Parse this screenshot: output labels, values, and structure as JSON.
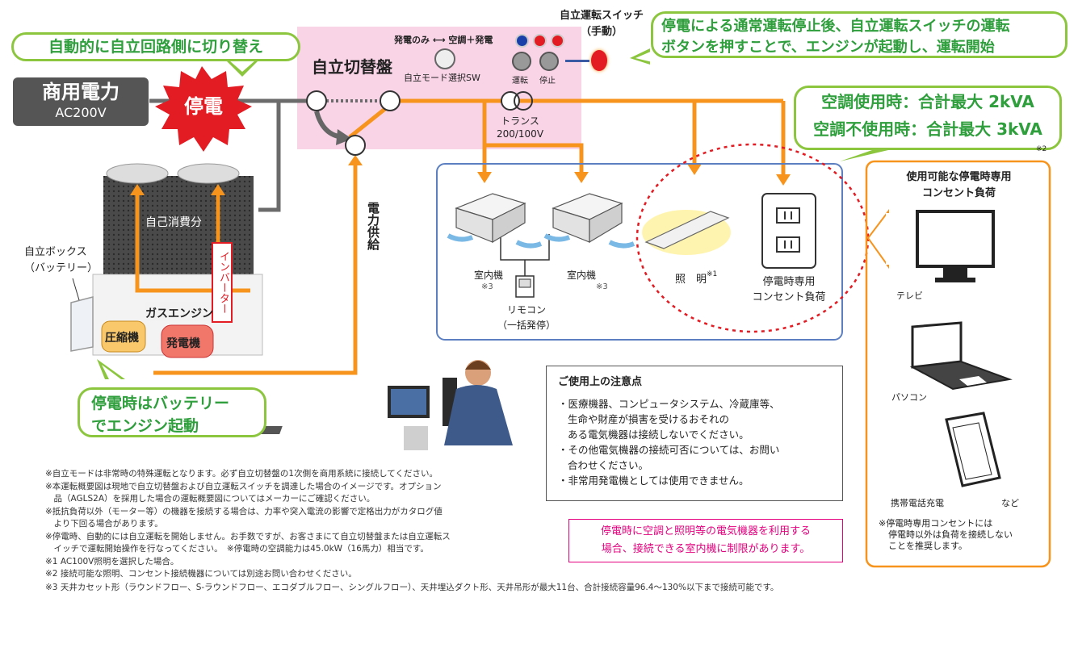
{
  "colors": {
    "orange": "#f7941d",
    "green": "#8cc63f",
    "greenText": "#2f9e3c",
    "pinkPanel": "#f9d3e6",
    "blueBox": "#5b7fc1",
    "red": "#e31b23",
    "magenta": "#e4007f"
  },
  "grid": {
    "name": "商用電力",
    "voltage": "AC200V"
  },
  "outage": "停電",
  "bubbles": {
    "auto_switch": "自動的に自立回路側に切り替え",
    "instruction_line1": "停電による通常運転停止後、自立運転スイッチの運転",
    "instruction_line2": "ボタンを押すことで、エンジンが起動し、運転開始",
    "battery_line1": "停電時はバッテリー",
    "battery_line2": "でエンジン起動",
    "capacity_line1": "空調使用時：合計最大 2kVA",
    "capacity_line2": "空調不使用時：合計最大 3kVA"
  },
  "switch_panel": {
    "title": "自立切替盤",
    "mode_label": "発電のみ ⟷ 空調＋発電",
    "mode_sw": "自立モード選択SW",
    "run": "運転",
    "stop": "停止"
  },
  "manual_switch": {
    "line1": "自立運転スイッチ",
    "line2": "（手動）"
  },
  "transformer": {
    "label": "トランス",
    "voltage": "200/100V"
  },
  "outdoor_unit": {
    "self_consumption": "自己消費分",
    "inverter": "インバーター",
    "gas_engine": "ガスエンジン",
    "compressor": "圧縮機",
    "generator": "発電機",
    "battery_box_line1": "自立ボックス",
    "battery_box_line2": "（バッテリー）"
  },
  "power_supply": "電力供給",
  "indoor": {
    "unit1": "室内機",
    "unit2": "室内機",
    "note3": "※3",
    "remote_line1": "リモコン",
    "remote_line2": "（一括発停）",
    "lighting": "照　明",
    "lighting_note": "※1",
    "outlet_line1": "停電時専用",
    "outlet_line2": "コンセント負荷"
  },
  "loads_panel": {
    "mark": "※2",
    "title_line1": "使用可能な停電時専用",
    "title_line2": "コンセント負荷",
    "tv": "テレビ",
    "pc": "パソコン",
    "phone": "携帯電話充電",
    "etc": "など",
    "note_line1": "※停電時専用コンセントには",
    "note_line2": "停電時以外は負荷を接続しない",
    "note_line3": "ことを推奨します。"
  },
  "caution": {
    "title": "ご使用上の注意点",
    "items": [
      "・医療機器、コンピュータシステム、冷蔵庫等、",
      "生命や財産が損害を受けるおそれの",
      "ある電気機器は接続しないでください。",
      "・その他電気機器の接続可否については、お問い",
      "合わせください。",
      "・非常用発電機としては使用できません。"
    ]
  },
  "warning_line1": "停電時に空調と照明等の電気機器を利用する",
  "warning_line2": "場合、接続できる室内機に制限があります。",
  "footnotes": [
    "※自立モードは非常時の特殊運転となります。必ず自立切替盤の1次側を商用系統に接続してください。",
    "※本運転概要図は現地で自立切替盤および自立運転スイッチを調達した場合のイメージです。オプション",
    "　品（AGLS2A）を採用した場合の運転概要図についてはメーカーにご確認ください。",
    "※抵抗負荷以外（モーター等）の機器を接続する場合は、力率や突入電流の影響で定格出力がカタログ値",
    "　より下回る場合があります。",
    "※停電時、自動的には自立運転を開始しません。お手数ですが、お客さまにて自立切替盤または自立運転ス",
    "　イッチで運転開始操作を行なってください。　※停電時の空調能力は45.0kW（16馬力）相当です。",
    "※1 AC100V照明を選択した場合。",
    "※2 接続可能な照明、コンセント接続機器については別途お問い合わせください。",
    "※3 天井カセット形（ラウンドフロー、S-ラウンドフロー、エコダブルフロー、シングルフロー）、天井埋込ダクト形、天井吊形が最大11台、合計接続容量96.4～130%以下まで接続可能です。"
  ]
}
